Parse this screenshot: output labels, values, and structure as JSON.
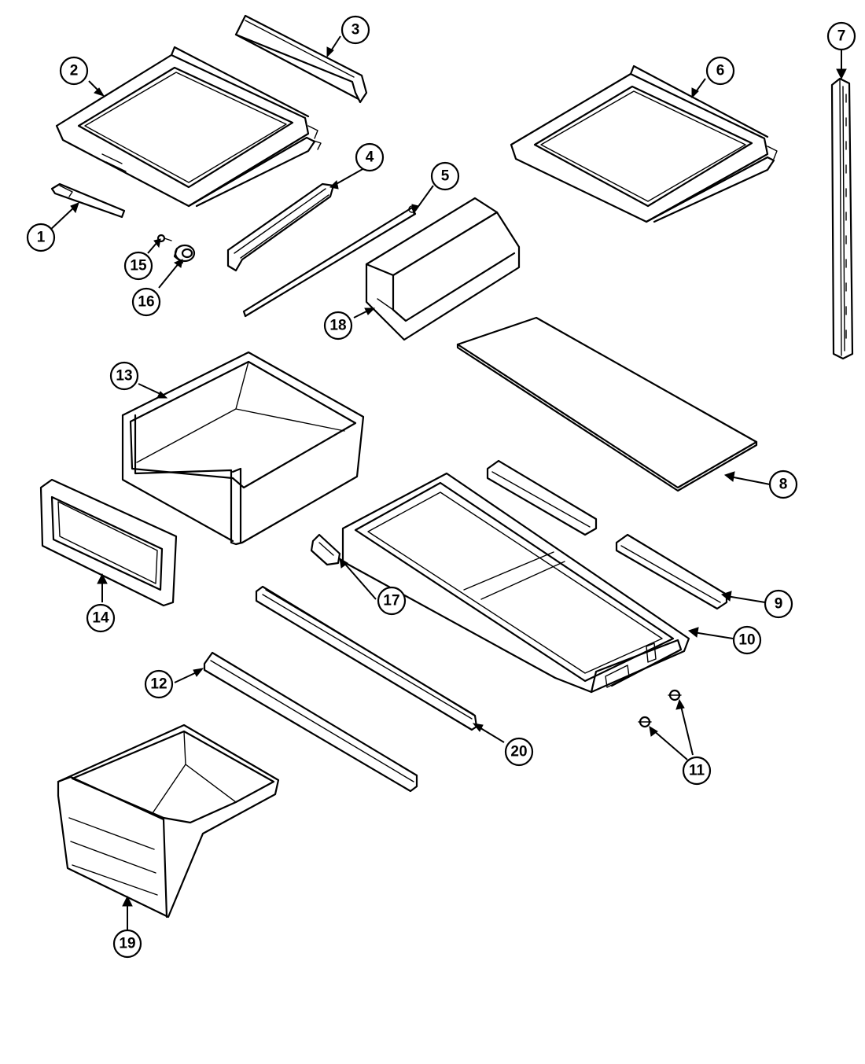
{
  "callouts": [
    {
      "id": "1",
      "label": "1"
    },
    {
      "id": "2",
      "label": "2"
    },
    {
      "id": "3",
      "label": "3"
    },
    {
      "id": "4",
      "label": "4"
    },
    {
      "id": "5",
      "label": "5"
    },
    {
      "id": "6",
      "label": "6"
    },
    {
      "id": "7",
      "label": "7"
    },
    {
      "id": "8",
      "label": "8"
    },
    {
      "id": "9",
      "label": "9"
    },
    {
      "id": "10",
      "label": "10"
    },
    {
      "id": "11",
      "label": "11"
    },
    {
      "id": "12",
      "label": "12"
    },
    {
      "id": "13",
      "label": "13"
    },
    {
      "id": "14",
      "label": "14"
    },
    {
      "id": "15",
      "label": "15"
    },
    {
      "id": "16",
      "label": "16"
    },
    {
      "id": "17",
      "label": "17"
    },
    {
      "id": "18",
      "label": "18"
    },
    {
      "id": "19",
      "label": "19"
    },
    {
      "id": "20",
      "label": "20"
    }
  ],
  "colors": {
    "line": "#000000",
    "background": "#ffffff"
  }
}
